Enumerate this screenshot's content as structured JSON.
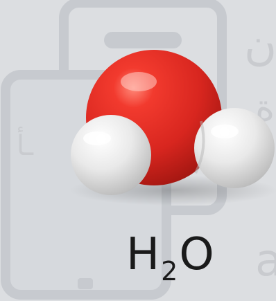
{
  "formula": {
    "element_1": "H",
    "subscript": "2",
    "element_2": "O"
  },
  "watermark": {
    "arabic_glyph_top": "ن",
    "arabic_glyph_middle": "ة",
    "arabic_glyph_left": "ـأ",
    "latin_glyph": "a",
    "color": "#c9cbcf"
  },
  "colors": {
    "background": "#dcdee1",
    "oxygen": "#d8261f",
    "hydrogen": "#e6e6e6",
    "text": "#1a1a1a"
  }
}
